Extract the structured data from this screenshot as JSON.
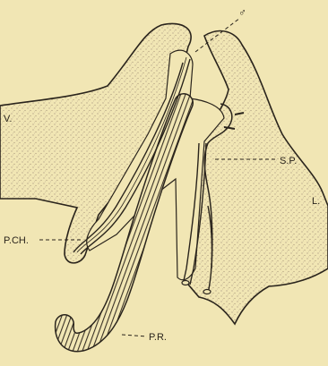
{
  "labels": {
    "sex": "♂",
    "v": "V.",
    "sp": "S.P.",
    "l": "L.",
    "pch": "P.CH.",
    "pr": "P.R."
  },
  "colors": {
    "background": "#f1e6b4",
    "ink": "#2a241c",
    "stipple": "#b9a98c"
  }
}
